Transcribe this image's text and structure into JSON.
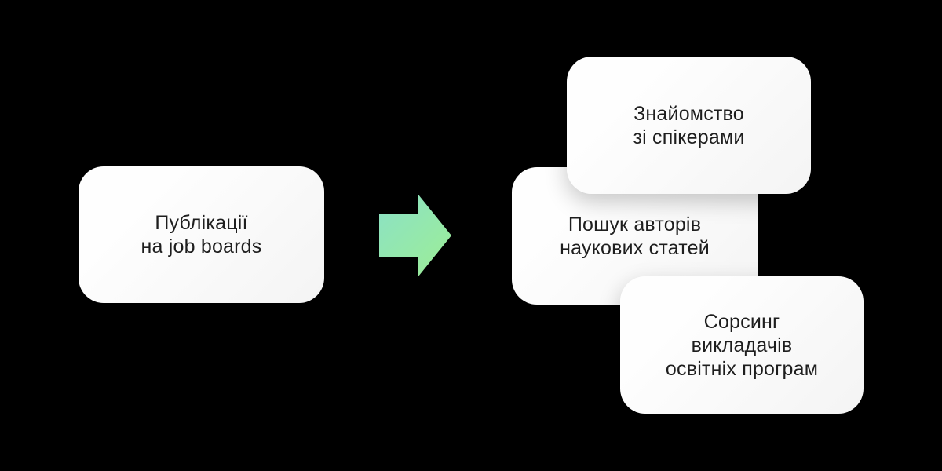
{
  "diagram": {
    "type": "flow",
    "colors": {
      "bg": "#000000",
      "card-bg": "#fefefe",
      "card-bg-2": "#f4f4f4",
      "text": "#1e1e1e",
      "arrow-from": "#8BE1C6",
      "arrow-to": "#9DEE95"
    },
    "source": {
      "label": "Публікації\nна job boards"
    },
    "arrow": {
      "icon": "arrow-right",
      "direction": "right"
    },
    "targets": [
      {
        "label": "Знайомство\nзі спікерами"
      },
      {
        "label": "Пошук авторів\nнаукових статей"
      },
      {
        "label": "Сорсинг\nвикладачів\nосвітніх програм"
      }
    ]
  }
}
